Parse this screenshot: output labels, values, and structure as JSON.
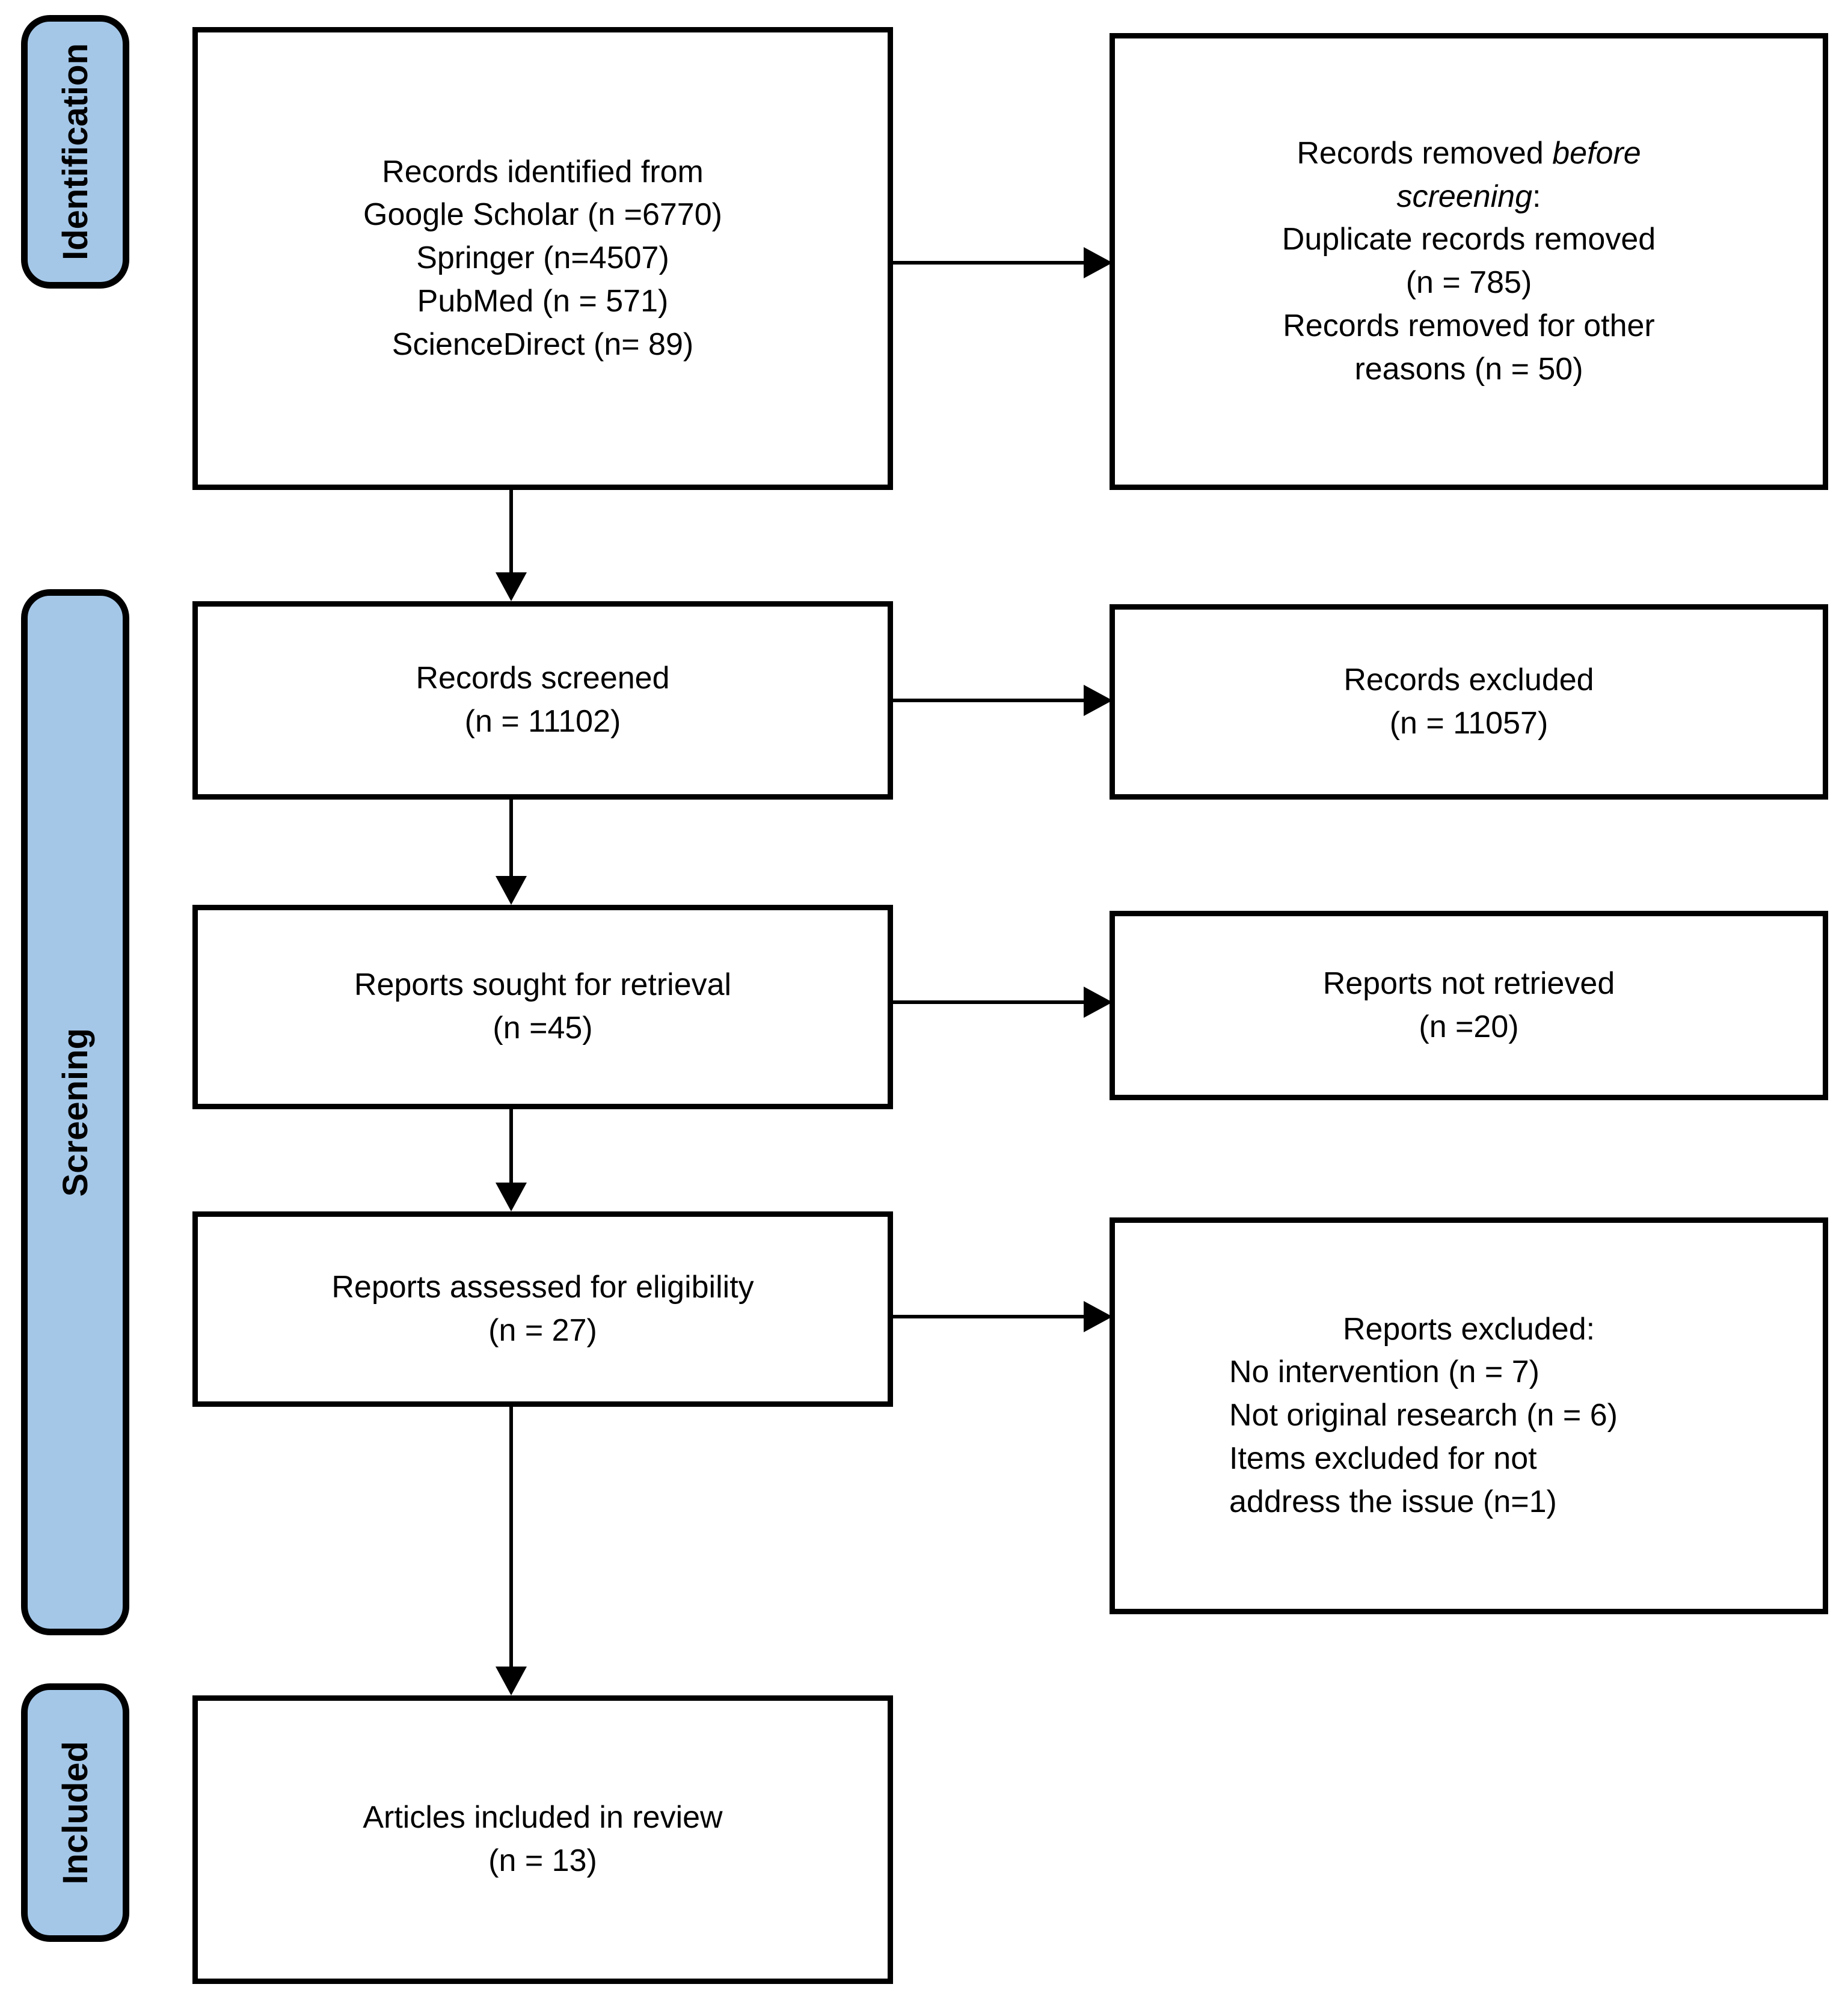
{
  "diagram": {
    "colors": {
      "stage_fill": "#a4c7e8",
      "stage_border": "#000000",
      "box_border": "#000000",
      "arrow": "#000000",
      "background": "#ffffff"
    },
    "stages": [
      {
        "label": "Identification"
      },
      {
        "label": "Screening"
      },
      {
        "label": "Included"
      }
    ],
    "boxes": {
      "identified": {
        "text": "Records identified from\nGoogle Scholar (n =6770)\nSpringer (n=4507)\nPubMed (n = 571)\nScienceDirect (n= 89)"
      },
      "removed_before": {
        "normal_prefix": "Records removed ",
        "italic_line1": "before",
        "italic_line2": "screening",
        "colon": ":",
        "details": "Duplicate records removed\n(n = 785)\nRecords removed for other\nreasons (n = 50)"
      },
      "screened": {
        "text": "Records screened\n(n = 11102)"
      },
      "excluded": {
        "text": "Records excluded\n(n = 11057)"
      },
      "sought": {
        "text": "Reports sought for retrieval\n(n =45)"
      },
      "not_retrieved": {
        "text": "Reports not retrieved\n(n =20)"
      },
      "assessed": {
        "text": "Reports assessed for eligibility\n(n = 27)"
      },
      "reports_excluded": {
        "title": "Reports excluded:",
        "items": "No intervention (n = 7)\nNot original research (n = 6)\nItems excluded for not\naddress the issue (n=1)"
      },
      "included": {
        "text": "Articles included in review\n(n = 13)"
      }
    }
  }
}
